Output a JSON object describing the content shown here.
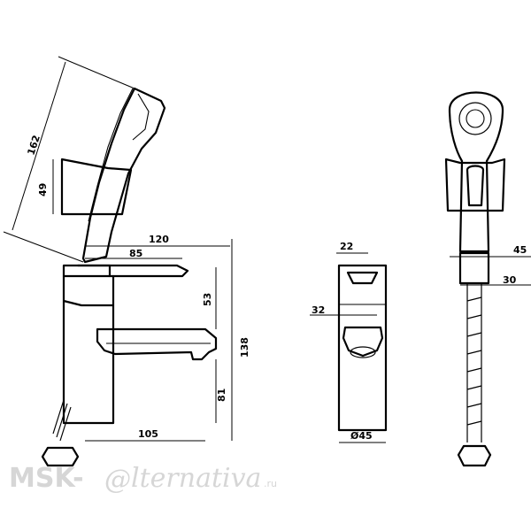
{
  "dimensions": {
    "hand_shower_length": "162",
    "holder_height": "49",
    "spout_reach_total": "120",
    "spout_reach_lever": "85",
    "lever_to_spout": "53",
    "total_height": "138",
    "spout_height": "81",
    "base_depth": "105",
    "lever_width": "22",
    "spout_width": "32",
    "base_diameter": "Ø45",
    "holder_width": "45",
    "connector_width": "30"
  },
  "watermark": {
    "prefix": "MSK-",
    "at_sign": "@",
    "suffix": "lternativa",
    "tld": ".ru"
  },
  "colors": {
    "line": "#000000",
    "watermark": "#d6d6d6"
  }
}
